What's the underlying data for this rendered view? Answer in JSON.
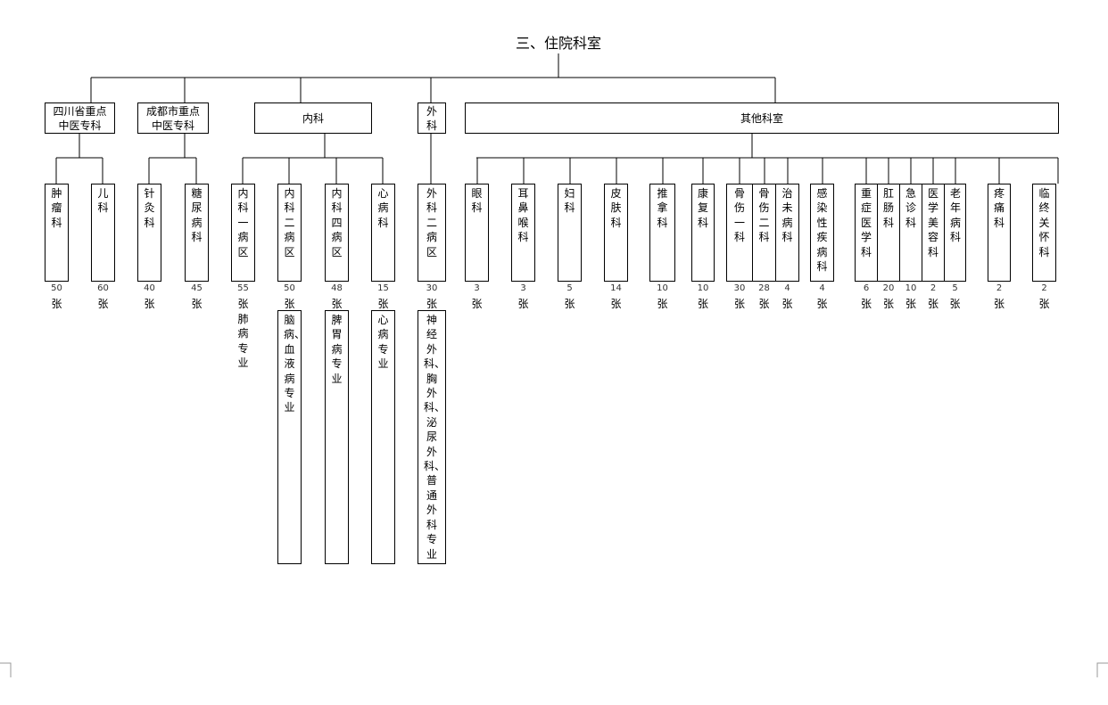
{
  "title": "三、住院科室",
  "groups": [
    {
      "label": "四川省重点中医专科"
    },
    {
      "label": "成都市重点中医专科"
    },
    {
      "label": "内科"
    },
    {
      "label": "外科"
    },
    {
      "label": "其他科室"
    }
  ],
  "bed_unit": "张",
  "departments": [
    {
      "name": "肿瘤科",
      "beds": "50"
    },
    {
      "name": "儿科",
      "beds": "60"
    },
    {
      "name": "针灸科",
      "beds": "40"
    },
    {
      "name": "糖尿病科",
      "beds": "45"
    },
    {
      "name": "内科一病区",
      "beds": "55",
      "specialty": "肺病专业"
    },
    {
      "name": "内科二病区",
      "beds": "50",
      "specialty": "脑病、血液病专业"
    },
    {
      "name": "内科四病区",
      "beds": "48",
      "specialty": "脾胃病专业"
    },
    {
      "name": "心病科",
      "beds": "15",
      "specialty": "心病专业"
    },
    {
      "name": "外科二病区",
      "beds": "30",
      "specialty": "神经外科、胸外科、泌尿外科、普通外科专业"
    },
    {
      "name": "眼科",
      "beds": "3"
    },
    {
      "name": "耳鼻喉科",
      "beds": "3"
    },
    {
      "name": "妇科",
      "beds": "5"
    },
    {
      "name": "皮肤科",
      "beds": "14"
    },
    {
      "name": "推拿科",
      "beds": "10"
    },
    {
      "name": "康复科",
      "beds": "10"
    },
    {
      "name": "骨伤一科",
      "beds": "30"
    },
    {
      "name": "骨伤二科",
      "beds": "28"
    },
    {
      "name": "治未病科",
      "beds": "4"
    },
    {
      "name": "感染性疾病科",
      "beds": "4"
    },
    {
      "name": "重症医学科",
      "beds": "6"
    },
    {
      "name": "肛肠科",
      "beds": "20"
    },
    {
      "name": "急诊科",
      "beds": "10"
    },
    {
      "name": "医学美容科",
      "beds": "2"
    },
    {
      "name": "老年病科",
      "beds": "5"
    },
    {
      "name": "疼痛科",
      "beds": "2"
    },
    {
      "name": "临终关怀科",
      "beds": "2"
    }
  ]
}
